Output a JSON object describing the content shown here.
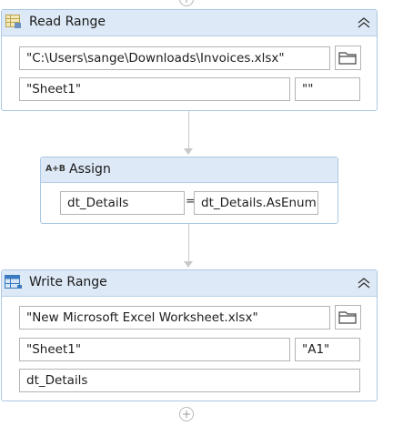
{
  "read_range": {
    "title": "Read Range",
    "icon": "excel-read-range-icon",
    "workbook_path": "\"C:\\Users\\sange\\Downloads\\Invoices.xlsx\"",
    "sheet_name": "\"Sheet1\"",
    "range": "\"\""
  },
  "assign": {
    "title": "Assign",
    "icon_text": "A+B",
    "to": "dt_Details",
    "equals": "=",
    "value": "dt_Details.AsEnum"
  },
  "write_range": {
    "title": "Write Range",
    "icon": "excel-write-range-icon",
    "workbook_path": "\"New Microsoft Excel Worksheet.xlsx\"",
    "sheet_name": "\"Sheet1\"",
    "starting_cell": "\"A1\"",
    "data_table": "dt_Details"
  },
  "colors": {
    "card_border": "#a9c8e4",
    "header_bg": "#dde9f6",
    "connector": "#c9c9c9"
  }
}
